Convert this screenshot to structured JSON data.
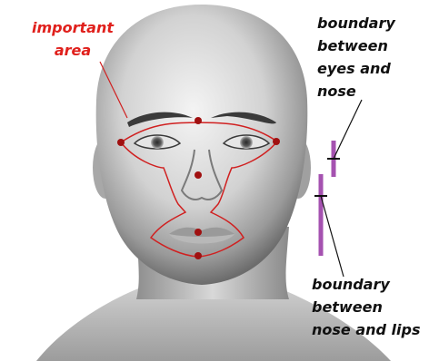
{
  "labels": {
    "important_area": [
      "important",
      "area"
    ],
    "eyes_nose": [
      "boundary",
      "between",
      "eyes and",
      "nose"
    ],
    "nose_lips": [
      "boundary",
      "between",
      "nose and lips"
    ]
  },
  "colors": {
    "annotation_red": "#e0201c",
    "outline_red": "#d02020",
    "boundary_bar": "#a552b0",
    "text": "#111111",
    "skin_light": "#ececec",
    "skin_shadow": "#8a8a8a"
  },
  "markers": {
    "count": 6,
    "names": [
      "brow-center",
      "left-eye-outer",
      "right-eye-outer",
      "nose-tip",
      "lip-top",
      "lip-bottom"
    ]
  },
  "boundary_bars": [
    "eyes-nose",
    "nose-lips"
  ]
}
